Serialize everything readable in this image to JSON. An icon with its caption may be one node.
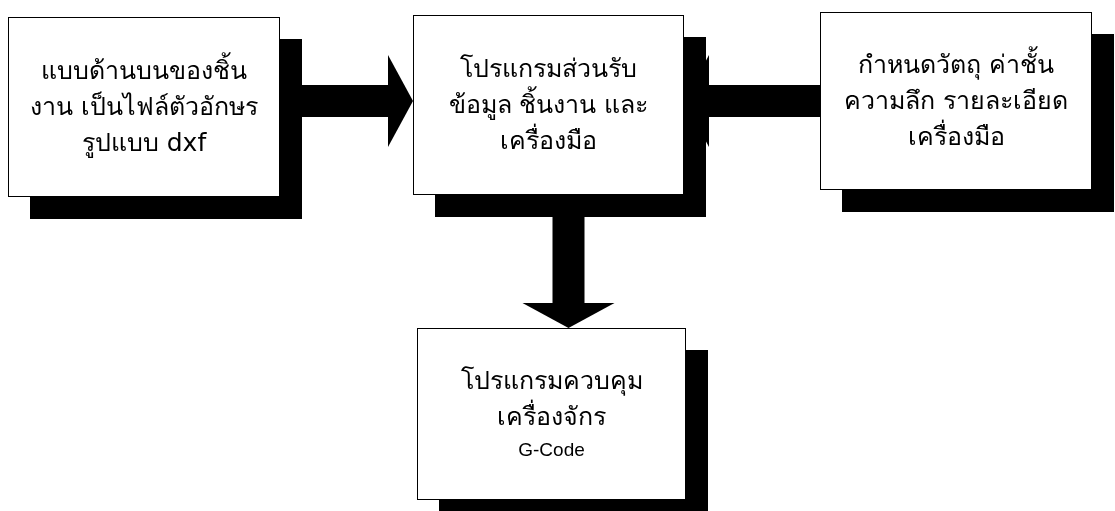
{
  "diagram": {
    "nodes": [
      {
        "text": [
          "แบบด้านบนของชิ้นงาน เป็นไฟล์ตัวอักษร รูปแบบ dxf"
        ]
      },
      {
        "text": [
          "โปรแกรมส่วนรับข้อมูล ชิ้นงาน และเครื่องมือ"
        ]
      },
      {
        "text": [
          "กำหนดวัตถุ ค่าชั้นความลึก รายละเอียดเครื่องมือ"
        ]
      },
      {
        "text": [
          "โปรแกรมควบคุม เครื่องจักร",
          "G-Code"
        ]
      }
    ],
    "edges": [
      {
        "from": 0,
        "to": 1,
        "arrow": "to"
      },
      {
        "from": 2,
        "to": 1,
        "arrow": "to"
      },
      {
        "from": 1,
        "to": 3,
        "arrow": "to"
      }
    ]
  }
}
